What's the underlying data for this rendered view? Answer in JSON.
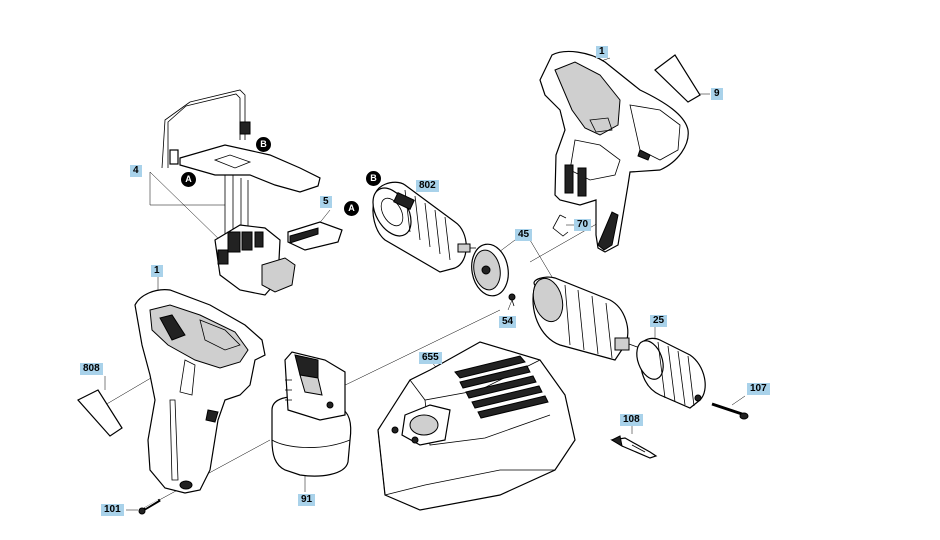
{
  "diagram": {
    "part_labels": {
      "housing_right": "1",
      "housing_left": "1",
      "decal_right": "9",
      "decal_left": "808",
      "wiring_switch": "4",
      "switch_button": "5",
      "spring_clip": "70",
      "motor": "802",
      "gear_assembly": "45",
      "screw_small": "54",
      "chuck": "25",
      "chuck_screw": "107",
      "bit": "108",
      "charger": "655",
      "battery": "91",
      "housing_screw": "101"
    },
    "connectors": {
      "a_wiring": "A",
      "b_wiring": "B",
      "a_motor": "A",
      "b_motor": "B"
    }
  }
}
